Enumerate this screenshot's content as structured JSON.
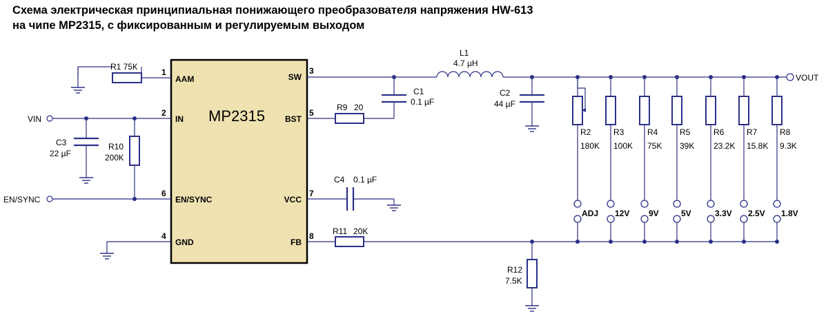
{
  "title": {
    "line1": "Схема электрическая принципиальная понижающего преобразователя напряжения HW-613",
    "line2": "на чипе MP2315, с фиксированным и регулируемым выходом"
  },
  "chip": {
    "name": "MP2315",
    "pins": {
      "aam": {
        "num": "1",
        "name": "AAM"
      },
      "in": {
        "num": "2",
        "name": "IN"
      },
      "en": {
        "num": "6",
        "name": "EN/SYNC"
      },
      "gnd": {
        "num": "4",
        "name": "GND"
      },
      "sw": {
        "num": "3",
        "name": "SW"
      },
      "bst": {
        "num": "5",
        "name": "BST"
      },
      "vcc": {
        "num": "7",
        "name": "VCC"
      },
      "fb": {
        "num": "8",
        "name": "FB"
      }
    }
  },
  "terminals": {
    "vin": "VIN",
    "en": "EN/SYNC",
    "vout": "VOUT"
  },
  "components": {
    "r1": "R1 75К",
    "c3_name": "C3",
    "c3_value": "22 µF",
    "r10_name": "R10",
    "r10_value": "200К",
    "r9_name": "R9",
    "r9_value": "20",
    "c1_name": "C1",
    "c1_value": "0.1 µF",
    "l1_name": "L1",
    "l1_value": "4.7 µH",
    "c2_name": "C2",
    "c2_value": "44 µF",
    "c4_name": "C4",
    "c4_value": "0.1 µF",
    "r11_name": "R11",
    "r11_value": "20K",
    "r12_name": "R12",
    "r12_value": "7.5K"
  },
  "divider_resistors": [
    {
      "name": "R2",
      "value": "180K",
      "jumper": "ADJ"
    },
    {
      "name": "R3",
      "value": "100K",
      "jumper": "12V"
    },
    {
      "name": "R4",
      "value": "75K",
      "jumper": "9V"
    },
    {
      "name": "R5",
      "value": "39K",
      "jumper": "5V"
    },
    {
      "name": "R6",
      "value": "23.2K",
      "jumper": "3.3V"
    },
    {
      "name": "R7",
      "value": "15.8K",
      "jumper": "2.5V"
    },
    {
      "name": "R8",
      "value": "9.3K",
      "jumper": "1.8V"
    }
  ]
}
